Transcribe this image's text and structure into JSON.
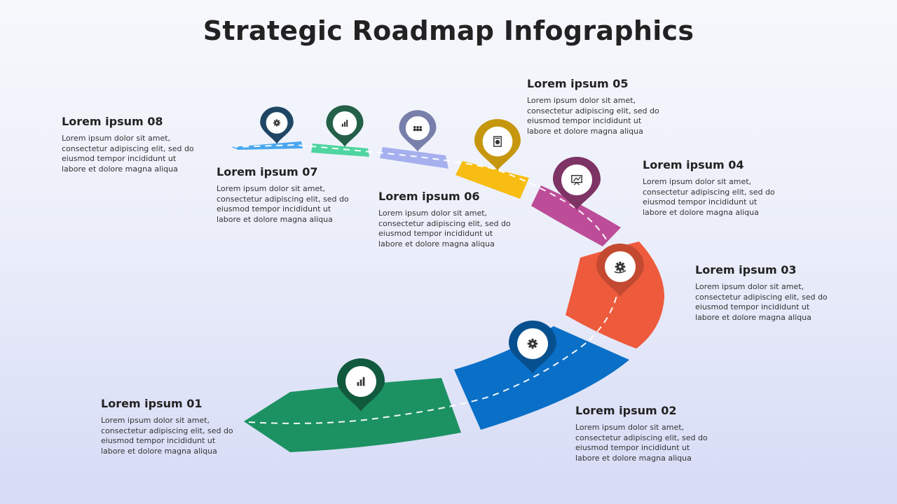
{
  "title": "Strategic Roadmap Infographics",
  "colors": {
    "step1": "#1c9162",
    "step2": "#0a6fc7",
    "step3": "#ee5a3c",
    "step4": "#bd4d98",
    "step5": "#f7bd12",
    "step6": "#a6b0ee",
    "step7": "#4fd5a0",
    "step8": "#4aa6ef"
  },
  "steps": [
    {
      "heading": "Lorem ipsum 01",
      "body": "Lorem ipsum dolor sit amet, consectetur adipiscing elit, sed do eiusmod tempor incididunt ut labore et dolore magna aliqua",
      "icon": "toolbox-chart-icon"
    },
    {
      "heading": "Lorem ipsum 02",
      "body": "Lorem ipsum dolor sit amet, consectetur adipiscing elit, sed do eiusmod tempor incididunt ut labore et dolore magna aliqua",
      "icon": "gear-icon"
    },
    {
      "heading": "Lorem ipsum 03",
      "body": "Lorem ipsum dolor sit amet, consectetur adipiscing elit, sed do eiusmod tempor incididunt ut labore et dolore magna aliqua",
      "icon": "hand-gear-icon"
    },
    {
      "heading": "Lorem ipsum 04",
      "body": "Lorem ipsum dolor sit amet, consectetur adipiscing elit, sed do eiusmod tempor incididunt ut labore et dolore magna aliqua",
      "icon": "presentation-board-icon"
    },
    {
      "heading": "Lorem ipsum 05",
      "body": "Lorem ipsum dolor sit amet, consectetur adipiscing elit, sed do eiusmod tempor incididunt ut labore et dolore magna aliqua",
      "icon": "document-chart-icon"
    },
    {
      "heading": "Lorem ipsum 06",
      "body": "Lorem ipsum dolor sit amet, consectetur adipiscing elit, sed do eiusmod tempor incididunt ut labore et dolore magna aliqua",
      "icon": "team-icon"
    },
    {
      "heading": "Lorem ipsum 07",
      "body": "Lorem ipsum dolor sit amet, consectetur adipiscing elit, sed do eiusmod tempor incididunt ut labore et dolore magna aliqua",
      "icon": "bar-chart-icon"
    },
    {
      "heading": "Lorem ipsum 08",
      "body": "Lorem ipsum dolor sit amet, consectetur adipiscing elit, sed do eiusmod tempor incididunt ut labore et dolore magna aliqua",
      "icon": "gears-icon"
    }
  ]
}
